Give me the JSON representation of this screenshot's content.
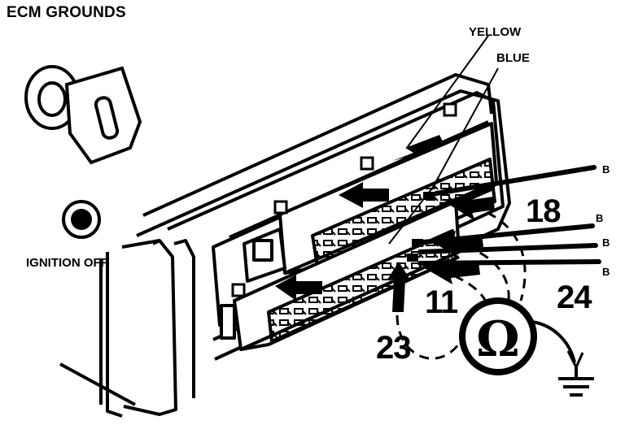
{
  "title": "ECM GROUNDS",
  "labels": {
    "ignition": "IGNITION OFF",
    "yellow": "YELLOW",
    "blue": "BLUE",
    "pin_18": "18",
    "pin_24": "24",
    "pin_11": "11",
    "pin_23": "23",
    "b1": "B",
    "b2": "B",
    "b3": "B",
    "b4": "B"
  },
  "icons": [
    "ignition-key-icon",
    "ignition-switch-icon",
    "ohmmeter-icon",
    "ground-symbol-icon"
  ]
}
